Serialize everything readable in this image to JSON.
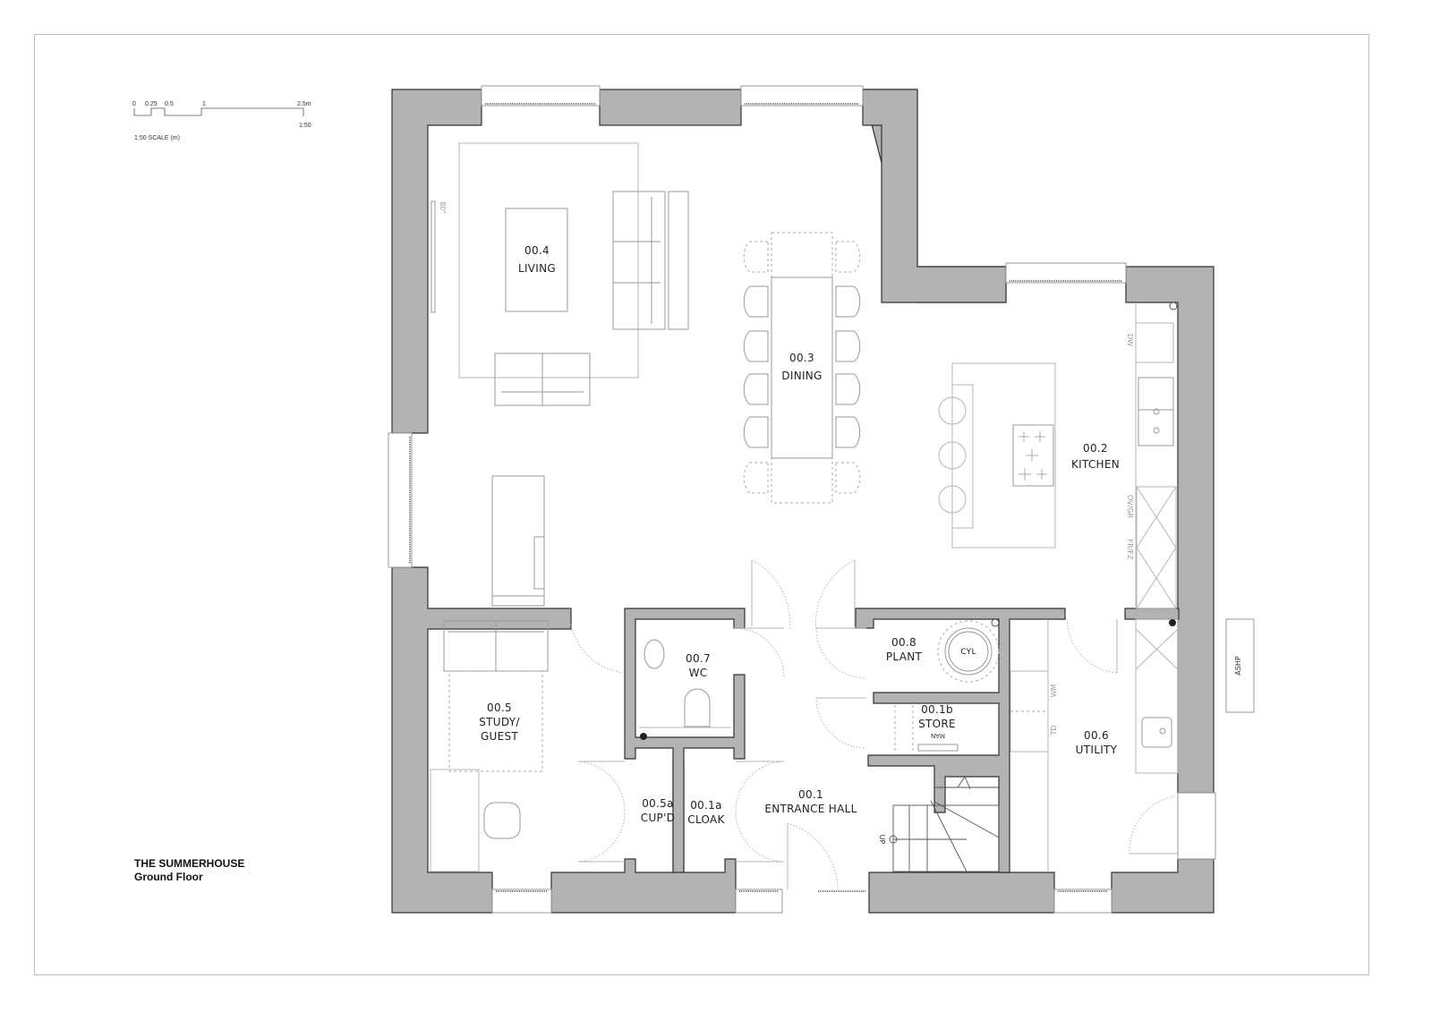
{
  "title": {
    "project": "THE SUMMERHOUSE",
    "level": "Ground Floor"
  },
  "scale_bar": {
    "ticks": [
      "0",
      "0.25",
      "0.5",
      "1",
      "2.5m"
    ],
    "ratio": "1:50",
    "caption": "1:50 SCALE (m)"
  },
  "rooms": [
    {
      "id": "00.4",
      "name": "LIVING"
    },
    {
      "id": "00.3",
      "name": "DINING"
    },
    {
      "id": "00.2",
      "name": "KITCHEN"
    },
    {
      "id": "00.5",
      "name": "STUDY/",
      "name2": "GUEST"
    },
    {
      "id": "00.7",
      "name": "WC"
    },
    {
      "id": "00.8",
      "name": "PLANT"
    },
    {
      "id": "00.1b",
      "name": "STORE"
    },
    {
      "id": "00.6",
      "name": "UTILITY"
    },
    {
      "id": "00.5a",
      "name": "CUP'D"
    },
    {
      "id": "00.1a",
      "name": "CLOAK"
    },
    {
      "id": "00.1",
      "name": "ENTRANCE HALL"
    }
  ],
  "annotations": {
    "tv": "80\"",
    "dishwasher": "DW",
    "oven": "OV/GR",
    "fridge": "FR/FZ",
    "cylinder": "CYL",
    "manifold": "MAN",
    "washing_machine": "WM",
    "tumble_dryer": "TD",
    "stairs": "UP",
    "heat_pump": "ASHP"
  },
  "colors": {
    "wall_fill": "#b3b3b3",
    "wall_stroke": "#333333",
    "furniture": "#9a9a9a"
  }
}
